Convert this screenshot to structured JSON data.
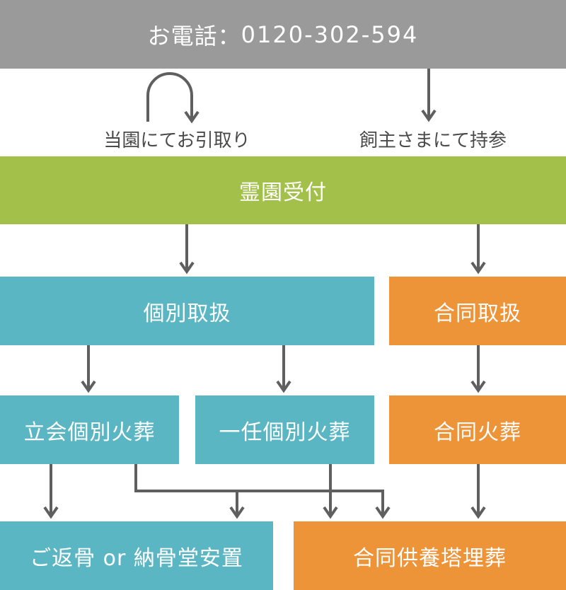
{
  "header": {
    "phone_label": "お電話",
    "separator": "：",
    "phone_number": "0120-302-594"
  },
  "pickup_options": {
    "cemetery_pickup": "当園にてお引取り",
    "owner_delivery": "飼主さまにて持参"
  },
  "reception": "霊園受付",
  "individual_handling": "個別取扱",
  "joint_handling": "合同取扱",
  "attended_cremation": "立会個別火葬",
  "entrusted_cremation": "一任個別火葬",
  "joint_cremation": "合同火葬",
  "return_or_ossuary": "ご返骨 or 納骨堂安置",
  "joint_memorial_burial": "合同供養塔埋葬",
  "colors": {
    "header": "#9a9a9a",
    "reception": "#a3c14a",
    "individual": "#5ab6c3",
    "joint": "#ed9338",
    "connector": "#5f5f5f"
  }
}
